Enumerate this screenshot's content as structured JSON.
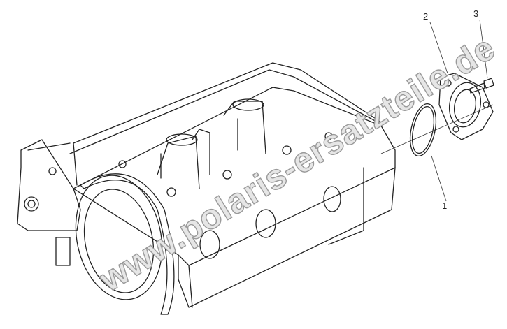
{
  "diagram": {
    "callouts": [
      {
        "label": "1",
        "part": "gasket-ring"
      },
      {
        "label": "2",
        "part": "flange-housing"
      },
      {
        "label": "3",
        "part": "bolt"
      }
    ],
    "watermark": "www.polaris-ersatzteile.de",
    "colors": {
      "line": "#222222",
      "watermark": "#9a9a9a"
    }
  }
}
